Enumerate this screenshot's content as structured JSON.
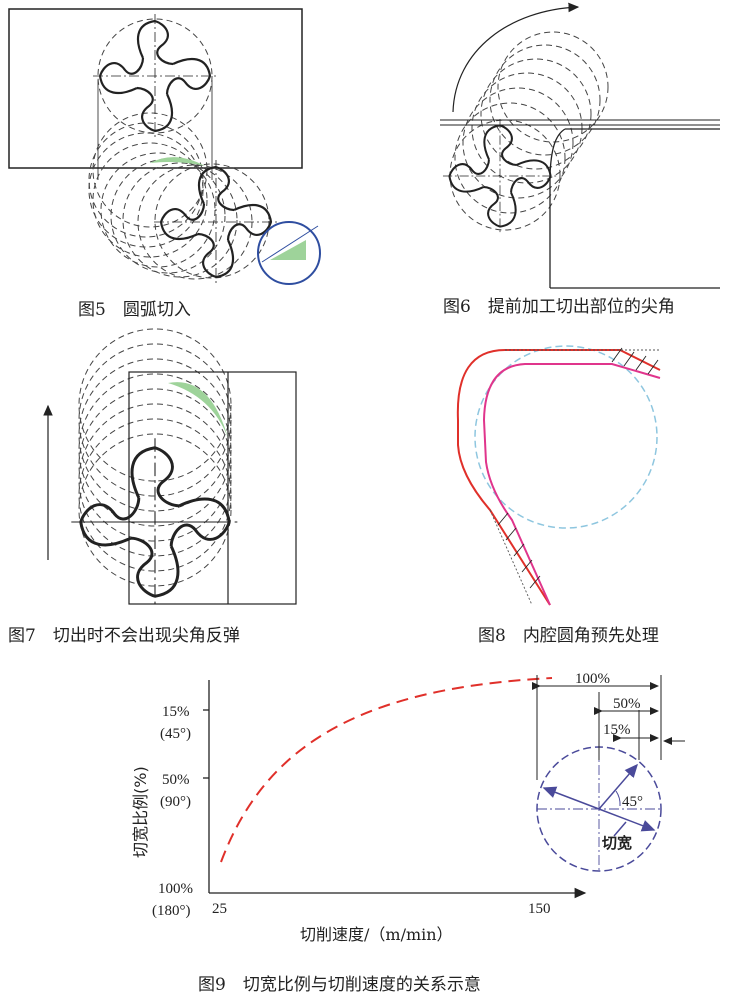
{
  "figures": {
    "fig5": {
      "caption": "图5　圆弧切入"
    },
    "fig6": {
      "caption": "图6　提前加工切出部位的尖角"
    },
    "fig7": {
      "caption": "图7　切出时不会出现尖角反弹"
    },
    "fig8": {
      "caption": "图8　内腔圆角预先处理"
    },
    "fig9": {
      "caption": "图9　切宽比例与切削速度的关系示意",
      "inset": {
        "dim_100": "100%",
        "dim_50": "50%",
        "dim_15": "15%",
        "angle_label": "45°",
        "width_label": "切宽"
      }
    }
  },
  "colors": {
    "line": "#222222",
    "green": "#9ed39a",
    "red_curve": "#e0302a",
    "magenta": "#e0358c",
    "light_blue": "#8ec6df",
    "blue_circle": "#2f4ea0",
    "inset_circle": "#4a4a9a"
  },
  "chart_data": {
    "type": "line",
    "xlabel": "切削速度/（m/min）",
    "ylabel": "切宽比例(%)",
    "x_ticks": [
      "25",
      "150"
    ],
    "y_ticks": [
      {
        "value": "100%",
        "angle": "(180°)"
      },
      {
        "value": "50%",
        "angle": "(90°)"
      },
      {
        "value": "15%",
        "angle": "(45°)"
      }
    ],
    "series": [
      {
        "style": "dashed",
        "color": "#e0302a"
      }
    ]
  }
}
